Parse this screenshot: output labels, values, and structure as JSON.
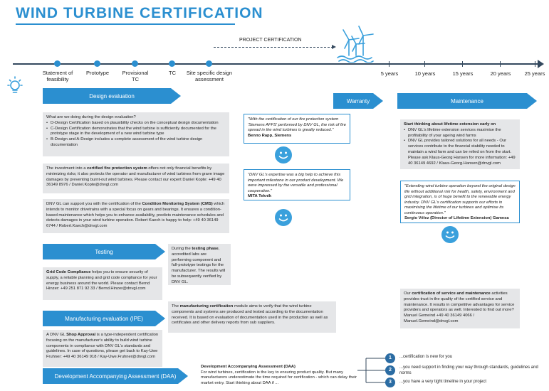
{
  "title": "WIND TURBINE CERTIFICATION",
  "timeline": {
    "project_certification": "PROJECT CERTIFICATION",
    "milestones": [
      "Statement of feasibility",
      "Prototype",
      "Provisional TC",
      "TC",
      "Site specific design assessment"
    ],
    "years": [
      "5 years",
      "10 years",
      "15 years",
      "20 years",
      "25 years"
    ]
  },
  "banners": {
    "design_evaluation": "Design evaluation",
    "warranty": "Warranty",
    "maintenance": "Maintenance",
    "testing": "Testing",
    "manufacturing": "Manufacturing evaluation (IPE)",
    "daa": "Development Accompanying Assessment (DAA)"
  },
  "boxes": {
    "design_intro": "What are we doing during the design evaluation?",
    "design_bullets": [
      "D-Design Certification based on plausibility checks on the conceptual design documentation",
      "C-Design Certification demonstrates that the wind turbine is sufficiently documented for the prototype stage in the development of a new wind turbine type",
      "B-Design and A-Design includes a complete assessment of the wind turbine design documentation"
    ],
    "fire_pre": "The investment into a ",
    "fire_bold": "certified fire protection system",
    "fire_post": " offers not only financial benefits by minimizing risks; it also protects the operator and manufacturer of wind turbines from grave image damages by preventing burnt-out wind turbines. Please contact our expert Daniel Kopte: +49 40 36149 8976 / Daniel.Kopte@dnvgl.com",
    "cms_pre": "DNV GL can support you with the certification of the ",
    "cms_bold": "Condition Monitoring System (CMS)",
    "cms_post": " which intends to monitor drivetrains with a special focus on gears and bearings. It ensures a condition-based maintenance which helps you to enhance availability, predicts maintenance schedules and detects damages in your wind turbine operation. Robert Kaech is happy to help: +49 40 36149 6744 / Robert.Kaech@dnvgl.com",
    "testing_pre": "During the ",
    "testing_bold": "testing phase",
    "testing_post": ", accredited labs are performing component and full-prototype testings for the manufacturer. The results will be subsequently verified by DNV GL.",
    "grid_bold": "Grid Code Compliance",
    "grid_post": " helps you to ensure security of supply, a reliable planning and grid code compliance for your energy business around the world. Please contact Bernd Hinzer: +49 251 871 92 33 / Bernd.Hinzer@dnvgl.com",
    "manu_pre": "The ",
    "manu_bold": "manufacturing certification",
    "manu_post": " module aims to verify that the wind turbine components and systems are produced and tested according to the documentation received. It is based on evaluation of documentation used in the production as well as certificates and other delivery reports from sub suppliers.",
    "shop_pre": "A DNV GL ",
    "shop_bold": "Shop Approval",
    "shop_post": " is a type-independent certification focusing on the manufacturer's ability to build wind turbine components in compliance with DNV GL's standards and guidelines. In case of questions, please get back to Kay-Uwe Fruhner: +49 40 36149 918 / Kay-Uwe.Fruhner@dnvgl.com",
    "daa_title": "Development Accompanying Assessment (DAA)",
    "daa_text": "For wind turbines, certification is the key to ensuring product quality. But many manufacturers underestimate the time required for certification - which can delay their market entry. Start thinking about DAA if ...",
    "lifetime_title": "Start thinking about lifetime extension early on",
    "lifetime_bullets": [
      "DNV GL's lifetime extension services maximise the profitability of your ageing wind farms",
      "DNV GL provides tailored solutions for all needs - Our services contribute to the financial stability needed to maintain a wind farm and can be relied on from the start."
    ],
    "lifetime_contact": "Please ask Klaus-Georg Hansen for more information: +49 40 36149 4692 / Klaus-Georg.Hansen@dnvgl.com",
    "service_pre": "Our ",
    "service_bold": "certification of service and maintenance",
    "service_post": " activities provides trust in the quality of the certified service and maintenance. It results in competitive advantages for service providers and operators as well. Interested to find out more? Manuel Gemeind +49 40 36149 4066 / Manuel.Gemeind@dnvgl.com"
  },
  "quotes": {
    "siemens_text": "\"With the certification of our fire protection system 'Siemens AFFS' performed by DNV GL, the risk of fire spread in the wind turbines is greatly reduced.\"",
    "siemens_author": "Benno Rapp, Siemens",
    "mita_text": "\"DNV GL's expertise was a big help to achieve this important milestone in our product development. We were impressed by the versatile and professional cooperation.\"",
    "mita_author": "MITA Teknik",
    "gamesa_text": "\"Extending wind turbine operation beyond the original design life without additional risk for health, safety, environment and grid integration, is of huge benefit to the renewable energy industry. DNV GL's certification supports our efforts in maximising the lifetime of our turbines and optimise its continuous operation.\"",
    "gamesa_author": "Sergio Vélez (Director of Lifetime Extension) Gamesa"
  },
  "numbered": [
    {
      "n": "1",
      "text": "...certification is new for you"
    },
    {
      "n": "2",
      "text": "...you need support in finding your way through standards, guidelines and norms"
    },
    {
      "n": "3",
      "text": "...you have a very tight timeline in your project"
    }
  ],
  "colors": {
    "accent": "#2b8fd0",
    "dark": "#34495e",
    "box_bg": "#e5e6e8"
  },
  "icons": {
    "lightbulb": "lightbulb-icon",
    "turbines": "wind-turbines-icon",
    "smiley": "smiley-icon"
  }
}
